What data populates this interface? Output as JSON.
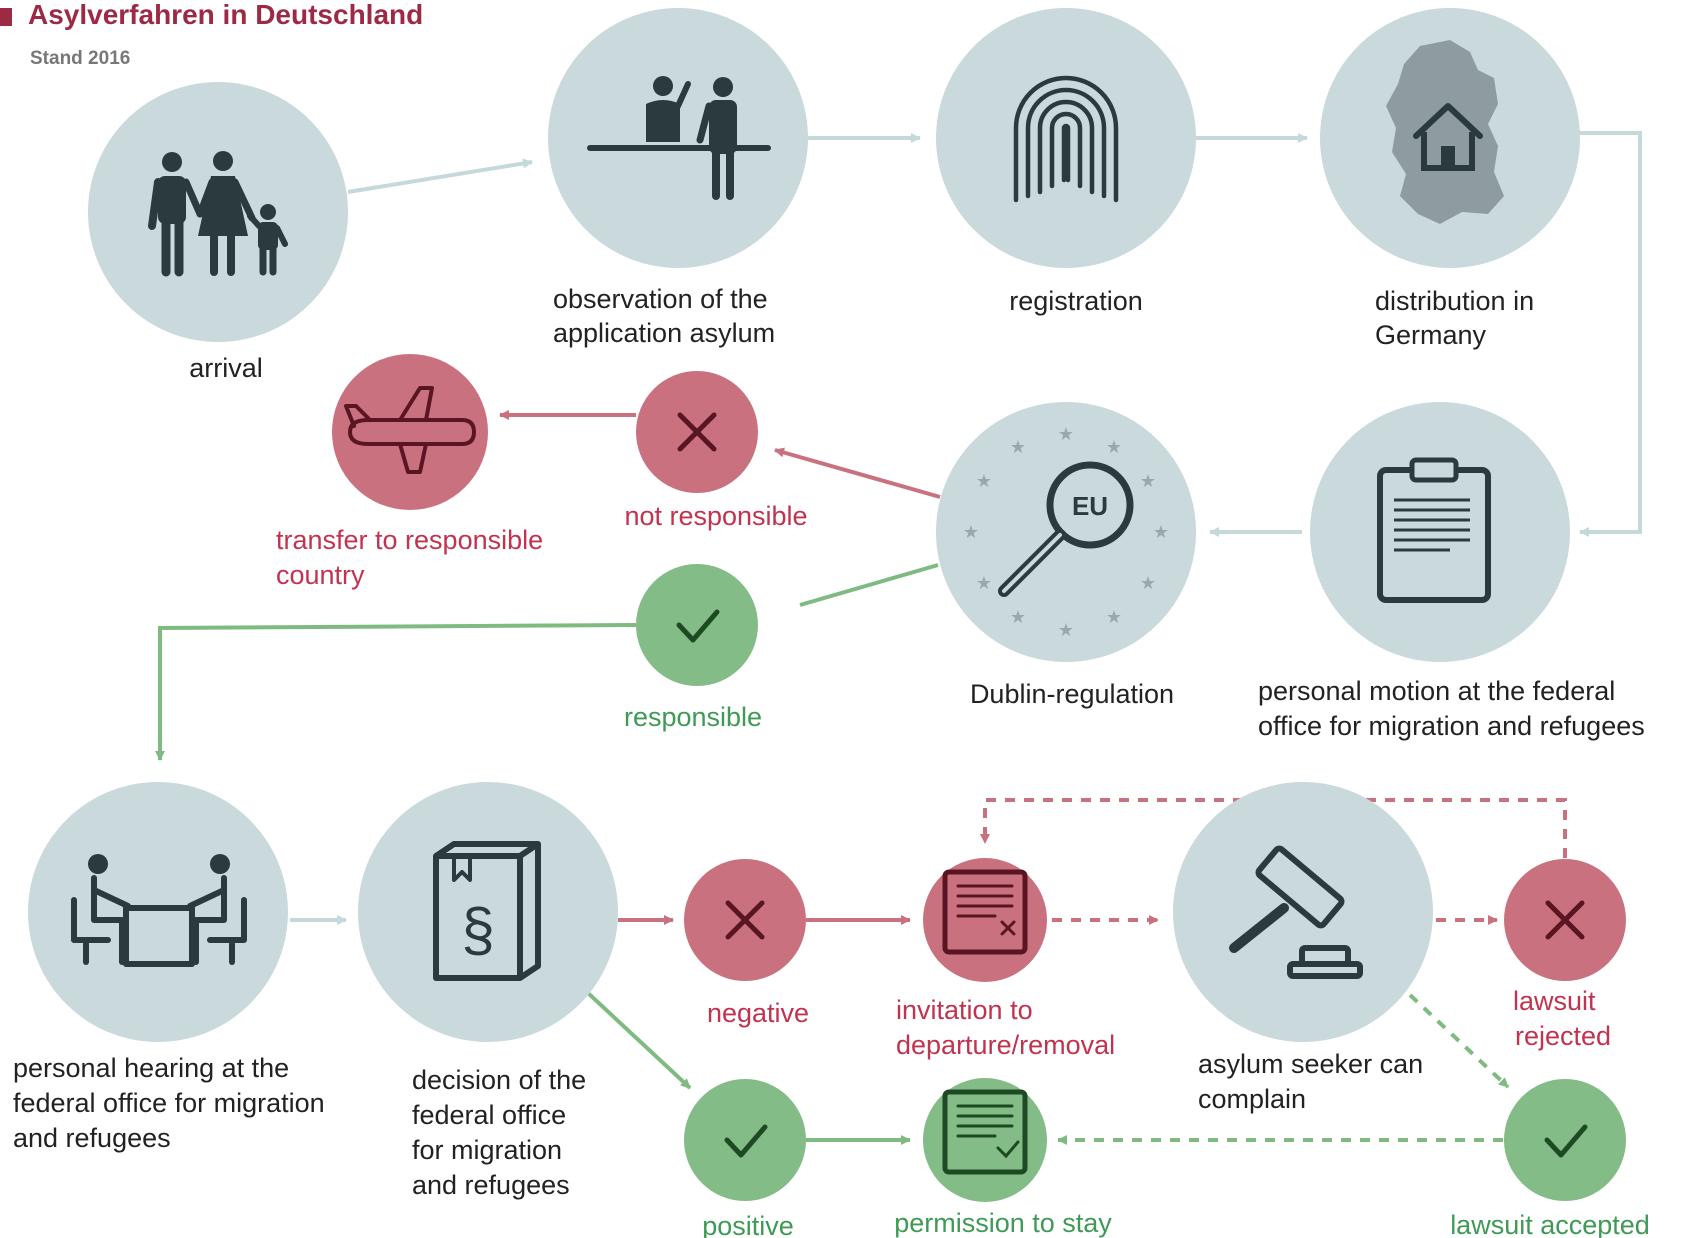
{
  "header": {
    "title": "Asylverfahren in Deutschland",
    "subtitle": "Stand 2016"
  },
  "colors": {
    "title": "#9c2a45",
    "neutral_circle": "#c9d9dc",
    "neutral_icon": "#2b3a3e",
    "red_circle": "#c9717f",
    "red_icon": "#5a1522",
    "red_text": "#c1334f",
    "green_circle": "#83bc86",
    "green_icon": "#1e4a23",
    "green_text": "#3f9a55",
    "arrow_neutral": "#c5d8dc",
    "arrow_red": "#c9717f",
    "arrow_green": "#7fbb80"
  },
  "steps": {
    "arrival": {
      "icon": "family-icon",
      "label": [
        "arrival"
      ]
    },
    "observation": {
      "icon": "reception-desk-icon",
      "label": [
        "observation of the",
        "application asylum"
      ]
    },
    "registration": {
      "icon": "fingerprint-icon",
      "label": [
        "registration"
      ]
    },
    "distribution": {
      "icon": "germany-map-house-icon",
      "label": [
        "distribution in",
        "Germany"
      ]
    },
    "motion": {
      "icon": "clipboard-icon",
      "label": [
        "personal motion at the federal",
        "office for migration and refugees"
      ]
    },
    "dublin": {
      "icon": "eu-magnifier-icon",
      "label": [
        "Dublin-regulation"
      ]
    },
    "not_responsible": {
      "icon": "cross-icon",
      "label": [
        "not responsible"
      ]
    },
    "transfer": {
      "icon": "airplane-icon",
      "label": [
        "transfer to responsible",
        "country"
      ]
    },
    "responsible": {
      "icon": "check-icon",
      "label": [
        "responsible"
      ]
    },
    "hearing": {
      "icon": "interview-table-icon",
      "label": [
        "personal hearing at the",
        "federal office for migration",
        "and refugees"
      ]
    },
    "decision": {
      "icon": "law-book-icon",
      "label": [
        "decision of the",
        "federal office",
        "for migration",
        "and refugees"
      ]
    },
    "negative": {
      "icon": "cross-icon",
      "label": [
        "negative"
      ]
    },
    "positive": {
      "icon": "check-icon",
      "label": [
        "positive"
      ]
    },
    "invitation": {
      "icon": "document-cross-icon",
      "label": [
        "invitation to",
        "departure/removal"
      ]
    },
    "permission": {
      "icon": "document-check-icon",
      "label": [
        "permission to stay"
      ]
    },
    "complain": {
      "icon": "gavel-icon",
      "label": [
        "asylum seeker can",
        "complain"
      ]
    },
    "lawsuit_rejected": {
      "icon": "cross-icon",
      "label": [
        "lawsuit",
        "rejected"
      ]
    },
    "lawsuit_accepted": {
      "icon": "check-icon",
      "label": [
        "lawsuit accepted"
      ]
    }
  }
}
